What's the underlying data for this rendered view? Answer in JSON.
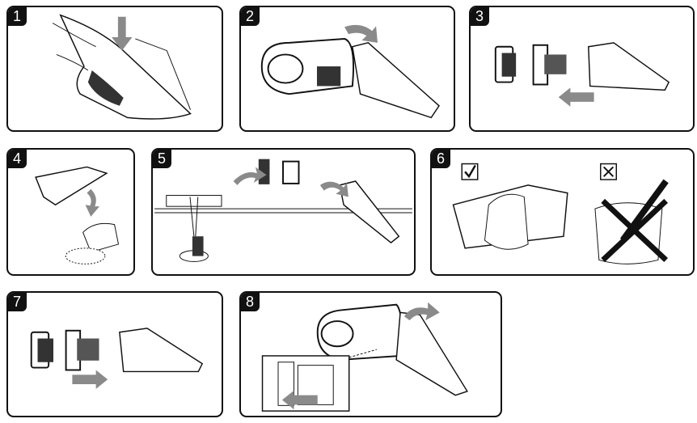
{
  "steps": [
    {
      "number": "1",
      "icon": "release-button-press"
    },
    {
      "number": "2",
      "icon": "detach-container"
    },
    {
      "number": "3",
      "icon": "remove-filters"
    },
    {
      "number": "4",
      "icon": "empty-dust"
    },
    {
      "number": "5",
      "icon": "rinse-filters"
    },
    {
      "number": "6",
      "icon": "wipe-not-immerse"
    },
    {
      "number": "7",
      "icon": "reassemble-filters"
    },
    {
      "number": "8",
      "icon": "reattach-container"
    }
  ],
  "colors": {
    "line": "#111111",
    "arrow": "#8a8a8a"
  }
}
